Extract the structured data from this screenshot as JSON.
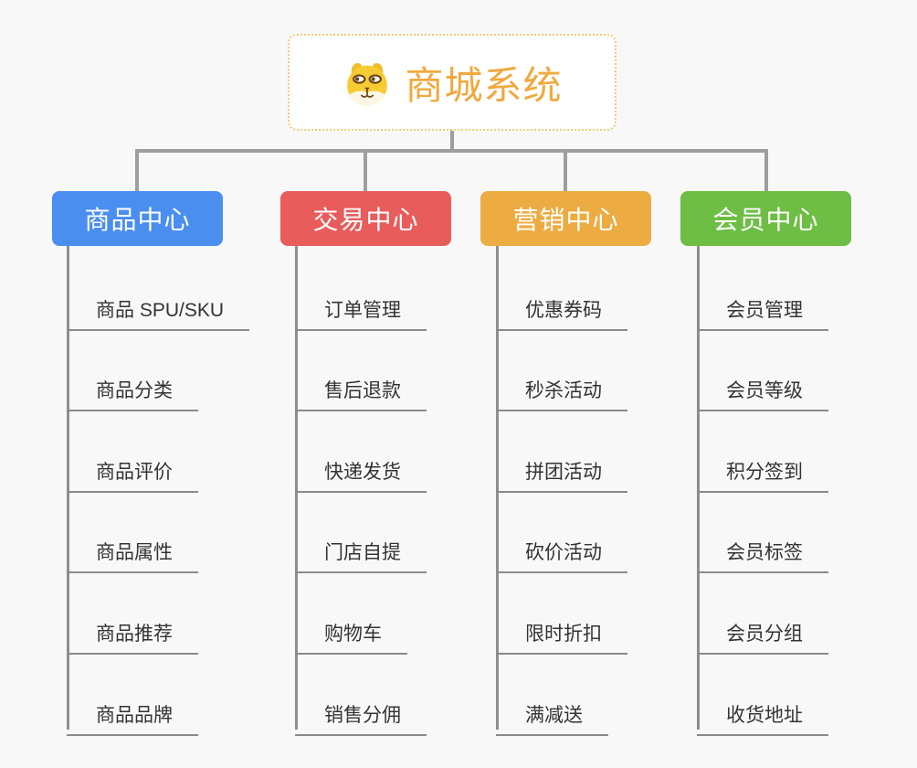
{
  "root": {
    "label": "商城系统",
    "icon": "shiba-dog-icon",
    "text_color": "#F0A93E",
    "border_color": "#F2C878",
    "background": "#FFFFFF"
  },
  "connector_color": "#9E9E9E",
  "child_text_color": "#333333",
  "branches": [
    {
      "label": "商品中心",
      "color": "#4A8EF0",
      "children": [
        "商品 SPU/SKU",
        "商品分类",
        "商品评价",
        "商品属性",
        "商品推荐",
        "商品品牌"
      ]
    },
    {
      "label": "交易中心",
      "color": "#E85C5C",
      "children": [
        "订单管理",
        "售后退款",
        "快递发货",
        "门店自提",
        "购物车",
        "销售分佣"
      ]
    },
    {
      "label": "营销中心",
      "color": "#ECAC42",
      "children": [
        "优惠券码",
        "秒杀活动",
        "拼团活动",
        "砍价活动",
        "限时折扣",
        "满减送"
      ]
    },
    {
      "label": "会员中心",
      "color": "#6EBE45",
      "children": [
        "会员管理",
        "会员等级",
        "积分签到",
        "会员标签",
        "会员分组",
        "收货地址"
      ]
    }
  ]
}
